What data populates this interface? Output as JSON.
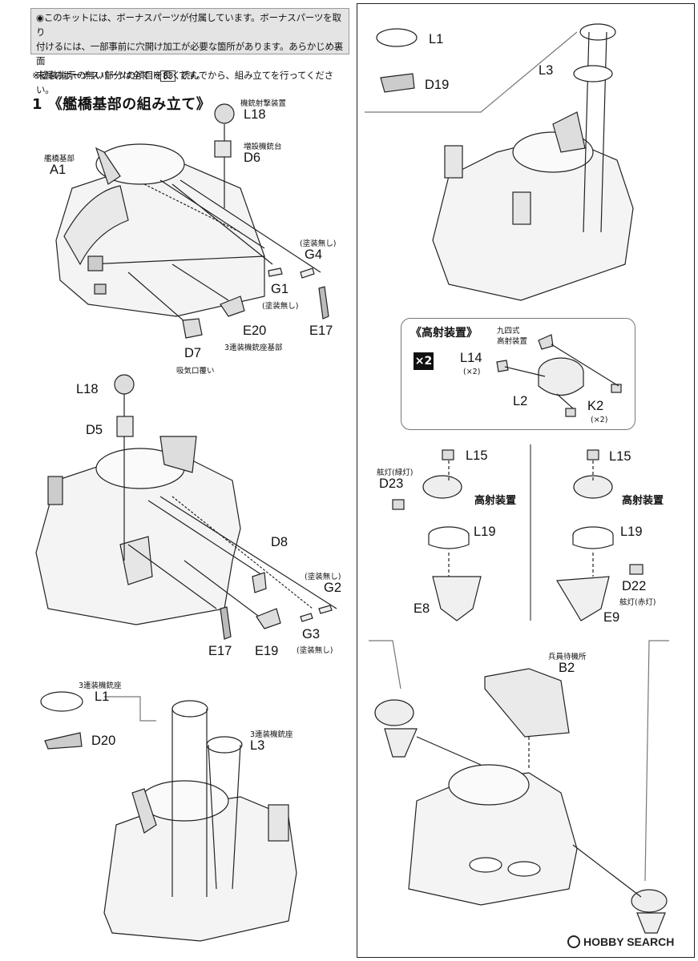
{
  "notice": {
    "line1": "◉このキットには、ボーナスパーツが付属しています。ボーナスパーツを取り",
    "line2": "付けるには、一部事前に穴開け加工が必要な箇所があります。あらかじめ裏面",
    "line3": "末尾のボーナスパーツの項目を良く読んでから、組み立てを行ってください。"
  },
  "paint_note": {
    "prefix": "※塗装指示の無い部分は全て H",
    "code": "83",
    "suffix": " です。"
  },
  "step": {
    "number": "1",
    "title": "《艦橋基部の組み立て》"
  },
  "parts_top_left": {
    "a1_name": "艦橋基部",
    "a1": "A1",
    "l18_name": "機銃射撃装置",
    "l18": "L18",
    "d6_name": "増設機銃台",
    "d6": "D6",
    "g4_note": "(塗装無し)",
    "g4": "G4",
    "g1": "G1",
    "g1_note": "(塗装無し)",
    "e20": "E20",
    "e20_name": "3連装機銃座基部",
    "e17": "E17",
    "d7": "D7",
    "d7_name": "吸気口覆い"
  },
  "parts_mid_left": {
    "l18": "L18",
    "d5": "D5",
    "d8": "D8",
    "g2_note": "(塗装無し)",
    "g2": "G2",
    "g3": "G3",
    "g3_note": "(塗装無し)",
    "e17": "E17",
    "e19": "E19"
  },
  "parts_bottom_left": {
    "l1_name": "3連装機銃座",
    "l1": "L1",
    "d20": "D20",
    "l3_name": "3連装機銃座",
    "l3": "L3"
  },
  "parts_top_right": {
    "l1": "L1",
    "d19": "D19",
    "l3": "L3"
  },
  "aa_assembly": {
    "title": "《高射装置》",
    "multiplier": "×2",
    "type_name_1": "九四式",
    "type_name_2": "高射装置",
    "l14": "L14",
    "l14_qty": "(×2)",
    "l2": "L2",
    "k2": "K2",
    "k2_qty": "(×2)"
  },
  "aa_left": {
    "l15": "L15",
    "d23_name": "舷灯(緑灯)",
    "d23": "D23",
    "aa_label": "高射装置",
    "l19": "L19",
    "e8": "E8"
  },
  "aa_right": {
    "l15": "L15",
    "aa_label": "高射装置",
    "l19": "L19",
    "d22": "D22",
    "d22_name": "舷灯(赤灯)",
    "e9": "E9"
  },
  "final": {
    "b2_name": "兵員待機所",
    "b2": "B2"
  },
  "watermark": "HOBBY SEARCH"
}
